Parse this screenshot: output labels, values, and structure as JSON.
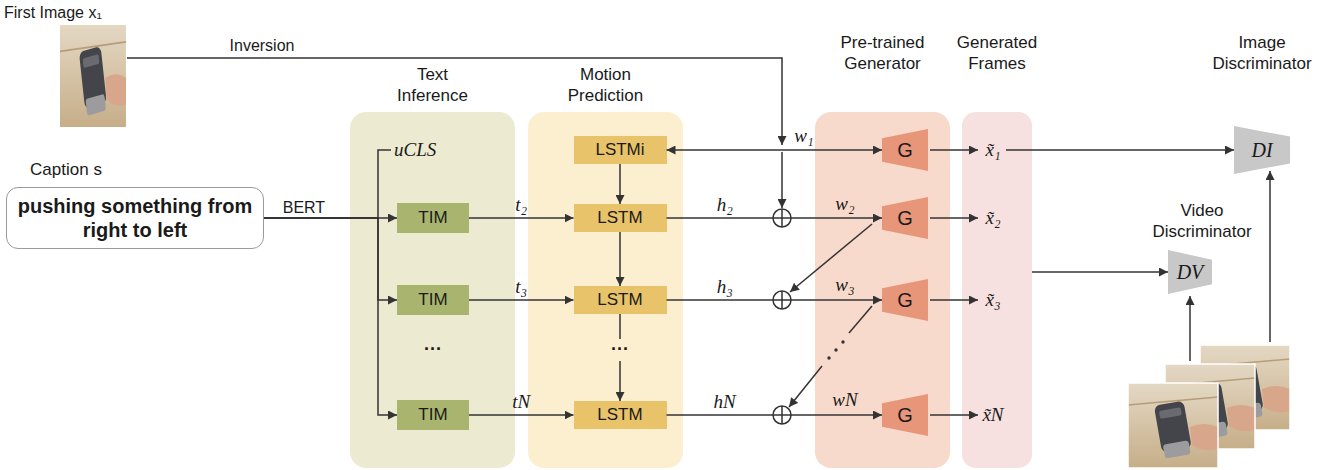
{
  "diagram": {
    "nodes": [
      {
        "text": [
          "pushing something from right to left"
        ]
      },
      {
        "text": [
          "Text Inference"
        ]
      },
      {
        "text": [
          "TIM"
        ],
        "in": 1
      },
      {
        "text": [
          "TIM"
        ],
        "in": 1
      },
      {
        "text": [
          "TIM"
        ],
        "in": 1
      },
      {
        "text": [
          "Motion Prediction"
        ]
      },
      {
        "text": [
          "LSTMi"
        ],
        "in": 5
      },
      {
        "text": [
          "LSTM"
        ],
        "in": 5
      },
      {
        "text": [
          "LSTM"
        ],
        "in": 5
      },
      {
        "text": [
          "LSTM"
        ],
        "in": 5
      },
      {
        "text": [
          "Pre-trained Generator"
        ]
      },
      {
        "text": [
          "G"
        ],
        "in": 10
      },
      {
        "text": [
          "G"
        ],
        "in": 10
      },
      {
        "text": [
          "G"
        ],
        "in": 10
      },
      {
        "text": [
          "G"
        ],
        "in": 10
      },
      {
        "text": [
          "Generated Frames"
        ]
      },
      {
        "text": [
          "Image Discriminator",
          "DI"
        ]
      },
      {
        "text": [
          "Video Discriminator",
          "DV"
        ]
      }
    ],
    "edges": [
      {
        "from": 0,
        "to": 2,
        "arrow": "to",
        "label": "BERT"
      },
      {
        "from": 0,
        "to": 3,
        "arrow": "to"
      },
      {
        "from": 0,
        "to": 4,
        "arrow": "to"
      },
      {
        "from": 2,
        "to": 7,
        "arrow": "to",
        "label": "t₂"
      },
      {
        "from": 3,
        "to": 8,
        "arrow": "to",
        "label": "t₃"
      },
      {
        "from": 4,
        "to": 9,
        "arrow": "to",
        "label": "tN"
      },
      {
        "from": 6,
        "to": 7,
        "arrow": "to"
      },
      {
        "from": 7,
        "to": 8,
        "arrow": "to"
      },
      {
        "from": 8,
        "to": 9,
        "arrow": "to"
      },
      {
        "from": 6,
        "to": 11,
        "arrow": "both"
      },
      {
        "from": 7,
        "to": 12,
        "arrow": "to",
        "label": "h₂"
      },
      {
        "from": 8,
        "to": 13,
        "arrow": "to",
        "label": "h₃"
      },
      {
        "from": 9,
        "to": 14,
        "arrow": "to",
        "label": "hN"
      },
      {
        "from": 15,
        "to": 16,
        "arrow": "to"
      },
      {
        "from": 15,
        "to": 17,
        "arrow": "to"
      }
    ],
    "labels": [
      "First Image x₁",
      "Inversion",
      "Caption s",
      "uCLS",
      "···",
      "···",
      "w₁",
      "w₂",
      "w₃",
      "wN",
      "x̃₁",
      "x̃₂",
      "x̃₃",
      "x̃N"
    ]
  }
}
